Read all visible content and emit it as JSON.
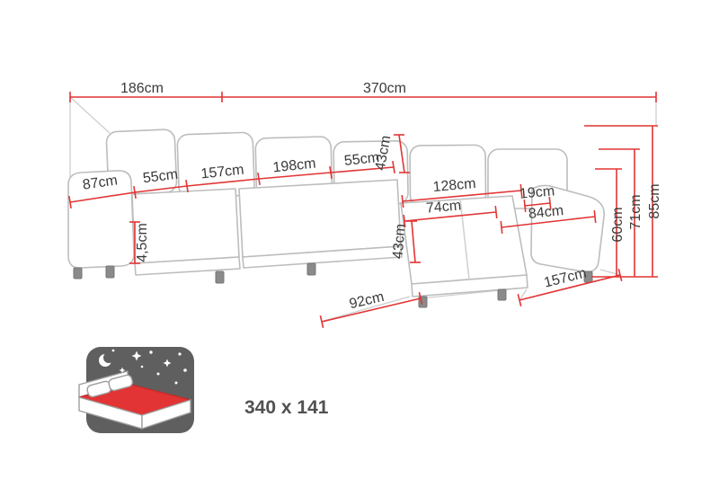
{
  "colors": {
    "dimension_line": "#e23434",
    "sofa_outline": "#bdbdbd",
    "label_text": "#3a3a3a",
    "icon_panel": "#5f5f5f",
    "mattress_red": "#e23434"
  },
  "dimensions": {
    "left_depth": "186cm",
    "total_width": "370cm",
    "left_arm_width": "87cm",
    "left_seat_depth": "55cm",
    "left_section_length": "157cm",
    "middle_section_width": "198cm",
    "right_seat_depth": "55cm",
    "backrest_cushion_height": "43cm",
    "right_section_width": "128cm",
    "chaise_width": "74cm",
    "arm_inner_offset": "19cm",
    "right_arm_width": "84cm",
    "chaise_seat_height": "43cm",
    "leg_height": "4,5cm",
    "seat_height": "60cm",
    "armrest_height": "71cm",
    "total_height": "85cm",
    "chaise_front_width": "92cm",
    "right_section_depth": "157cm"
  },
  "sleeping_area": {
    "size": "340 x 141"
  }
}
